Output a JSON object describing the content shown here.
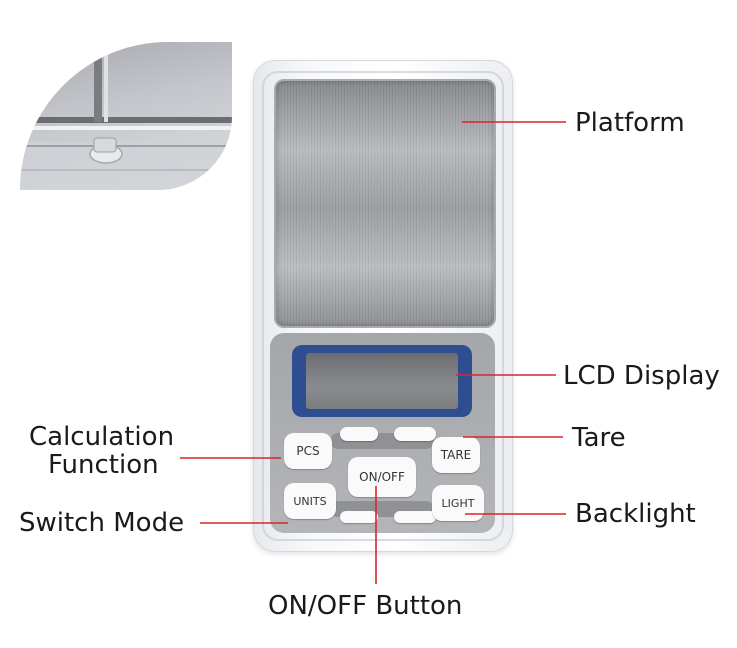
{
  "callouts": {
    "platform": "Platform",
    "lcd_display": "LCD Display",
    "tare": "Tare",
    "backlight": "Backlight",
    "calculation_line1": "Calculation",
    "calculation_line2": "Function",
    "switch_mode": "Switch Mode",
    "on_off_button": "ON/OFF Button"
  },
  "keys": {
    "pcs": "PCS",
    "units": "UNITS",
    "on_off": "ON/OFF",
    "tare": "TARE",
    "light": "LIGHT"
  },
  "colors": {
    "leader_line": "#d9252a",
    "lcd_bezel": "#2f4d91"
  }
}
